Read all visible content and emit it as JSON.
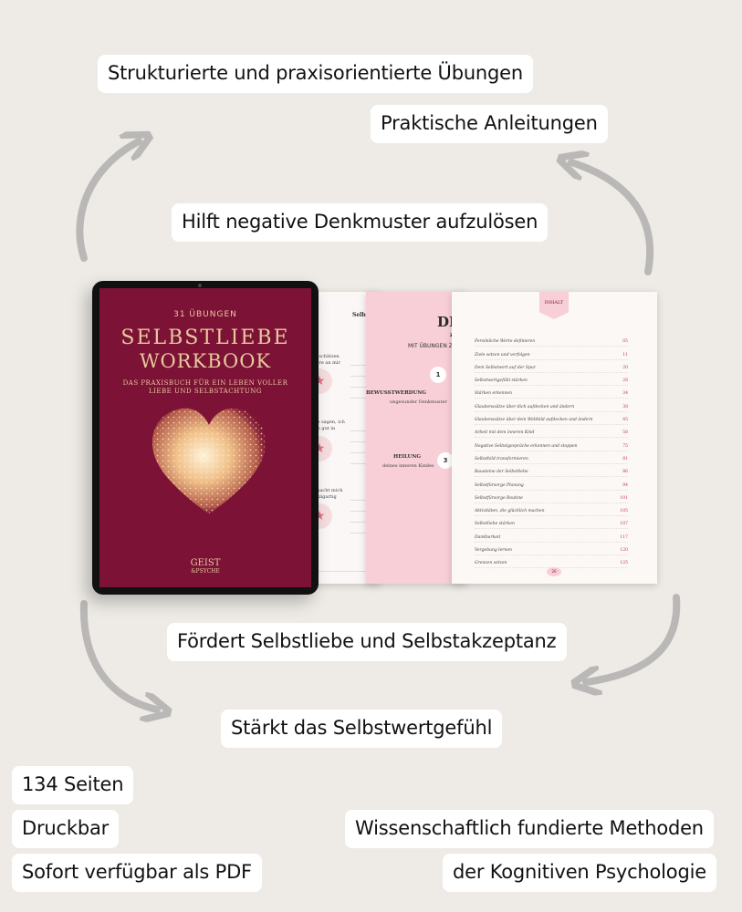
{
  "features": {
    "top1": "Strukturierte und praxisorientierte Übungen",
    "top2": "Praktische Anleitungen",
    "top3": "Hilft negative Denkmuster aufzulösen",
    "mid1": "Fördert Selbstliebe und Selbstakzeptanz",
    "mid2": "Stärkt das Selbstwertgefühl"
  },
  "facts": {
    "pages": "134 Seiten",
    "printable": "Druckbar",
    "format": "Sofort verfügbar als PDF",
    "method1": "Wissenschaftlich fundierte Methoden",
    "method2": "der Kognitiven Psychologie"
  },
  "cover": {
    "kicker": "31 ÜBUNGEN",
    "title1": "SELBSTLIEBE",
    "title2": "WORKBOOK",
    "subtitle": "DAS PRAXISBUCH FÜR EIN LEBEN VOLLER LIEBE UND SELBSTACHTUNG",
    "logo1": "GEIST",
    "logo2": "&PSYCHE"
  },
  "page1": {
    "header": "Selbstl",
    "items": [
      "Das schätzen andere an mir",
      "Andere sagen, ich bin gut in",
      "Das macht mich einzigartig"
    ]
  },
  "page2": {
    "big": "DE",
    "sub1": "zur",
    "sub2": "MIT ÜBUNGEN Z",
    "step1_num": "1",
    "step1_head": "BEWUSSTWERDUNG",
    "step1_text": "ungesunder Denkmuster",
    "step3_num": "3",
    "step3_head": "HEILUNG",
    "step3_text": "deines inneren Kindes"
  },
  "toc": {
    "badge": "INHALT",
    "page_number": "20",
    "entries": [
      {
        "title": "Persönliche Werte definieren",
        "page": "05"
      },
      {
        "title": "Ziele setzen und verfolgen",
        "page": "11"
      },
      {
        "title": "Dem Selbstwert auf der Spur",
        "page": "20"
      },
      {
        "title": "Selbstwertgefühl stärken",
        "page": "28"
      },
      {
        "title": "Stärken erkennen",
        "page": "34"
      },
      {
        "title": "Glaubenssätze über dich aufdecken und ändern",
        "page": "38"
      },
      {
        "title": "Glaubenssätze über dein Weltbild aufdecken und ändern",
        "page": "45"
      },
      {
        "title": "Arbeit mit dem inneren Kind",
        "page": "58"
      },
      {
        "title": "Negative Selbstgespräche erkennen und stoppen",
        "page": "75"
      },
      {
        "title": "Selbstbild transformieren",
        "page": "81"
      },
      {
        "title": "Bausteine der Selbstliebe",
        "page": "86"
      },
      {
        "title": "Selbstfürsorge Planung",
        "page": "94"
      },
      {
        "title": "Selbstfürsorge Routine",
        "page": "101"
      },
      {
        "title": "Aktivitäten, die glücklich machen",
        "page": "105"
      },
      {
        "title": "Selbstliebe stärken",
        "page": "107"
      },
      {
        "title": "Dankbarkeit",
        "page": "117"
      },
      {
        "title": "Vergebung lernen",
        "page": "120"
      },
      {
        "title": "Grenzen setzen",
        "page": "125"
      }
    ]
  },
  "colors": {
    "background": "#eeebe6",
    "cover": "#7c1235",
    "gold": "#e8c9a0",
    "pink": "#f8cfd6",
    "arrow": "#b9b8b6"
  }
}
